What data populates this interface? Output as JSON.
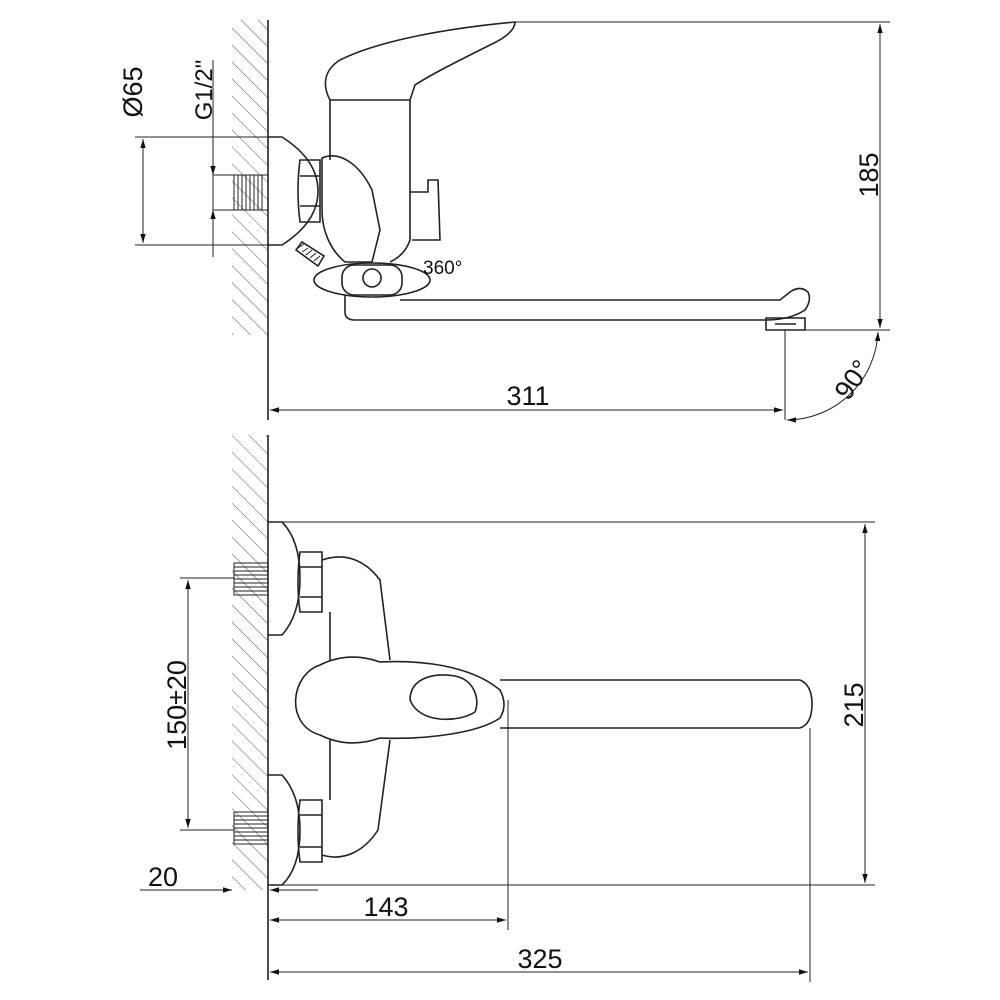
{
  "side_view": {
    "diameter_label": "Ø65",
    "thread_label": "G1/2\"",
    "rotation_label": "360°",
    "height_label": "185",
    "reach_label": "311",
    "angle_label": "90°"
  },
  "top_view": {
    "spacing_label": "150±20",
    "offset_label": "20",
    "handle_reach_label": "143",
    "total_reach_label": "325",
    "width_label": "215"
  },
  "colors": {
    "line": "#222222",
    "background": "#ffffff"
  }
}
